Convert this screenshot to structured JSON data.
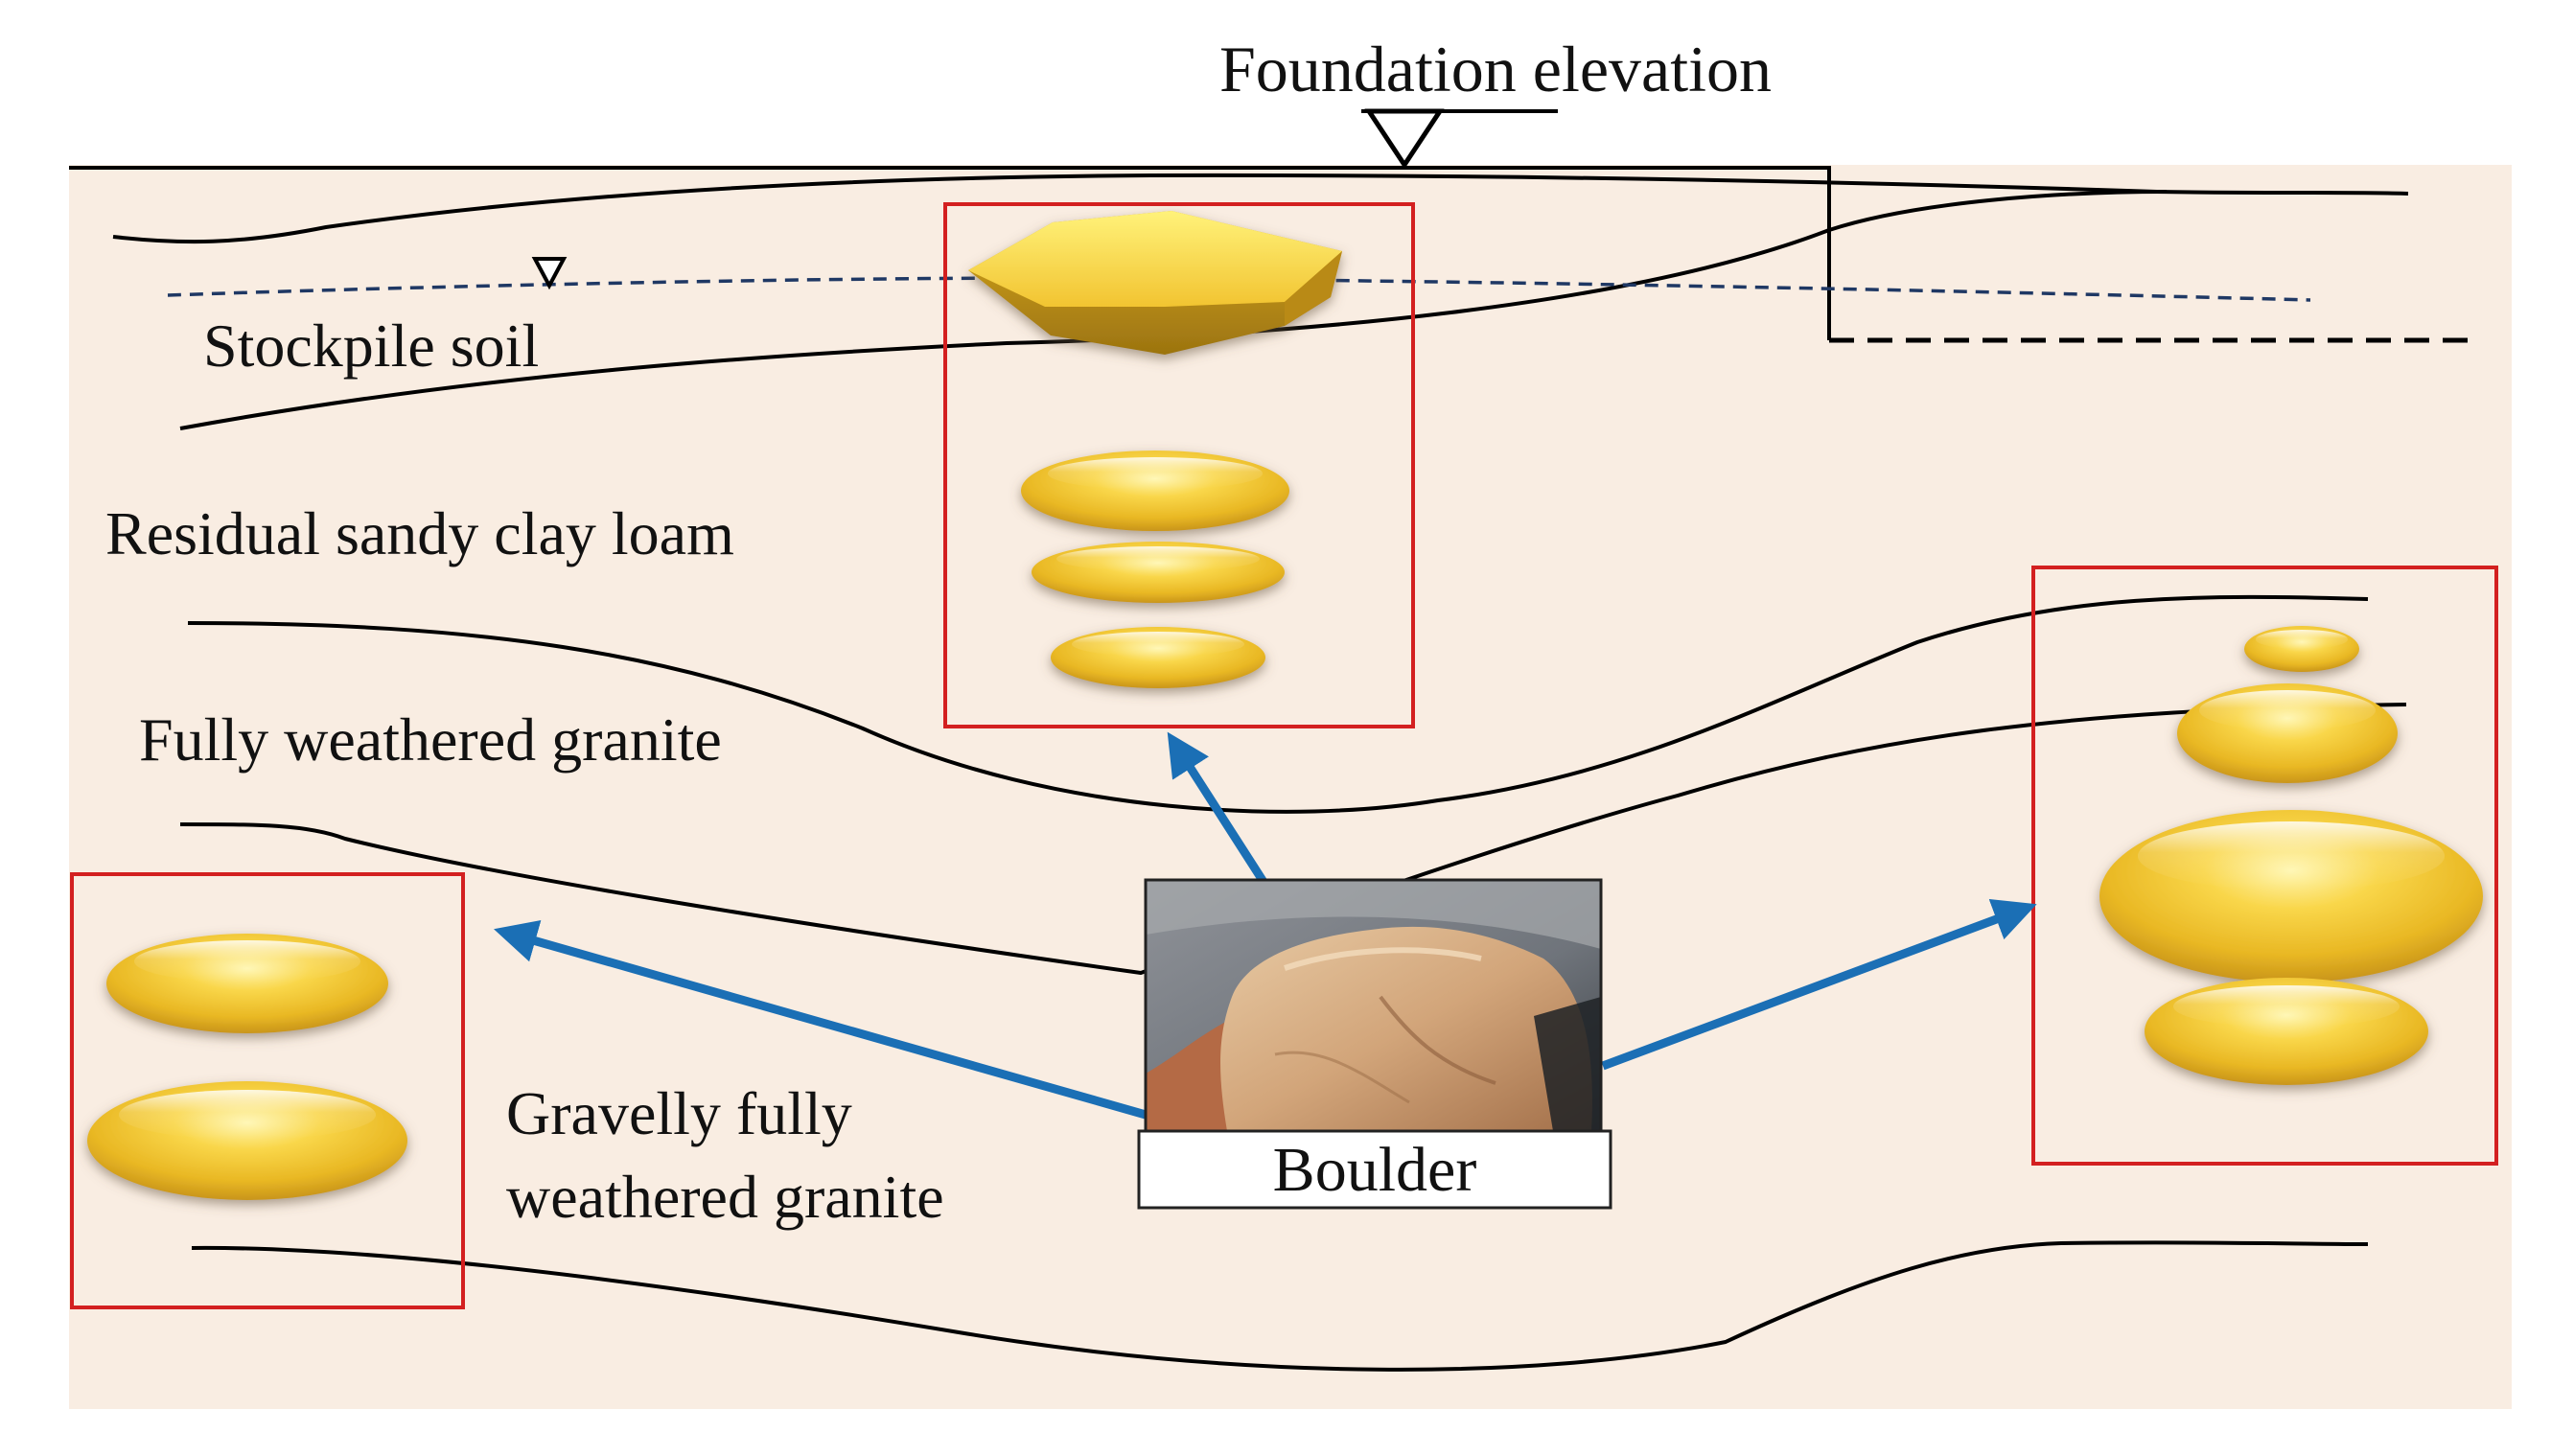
{
  "title": "Foundation elevation",
  "colors": {
    "background": "#ffffff",
    "soil_fill": "#f9ede2",
    "boundary_line": "#000000",
    "water_table": "#1f3864",
    "highlight_box": "#d32020",
    "arrow": "#1b6fb5",
    "boulder_gold": "#f2c431"
  },
  "labels": {
    "stockpile_soil": "Stockpile soil",
    "residual_sandy_clay_loam": "Residual sandy clay loam",
    "fully_weathered_granite": "Fully weathered granite",
    "gravelly_line1": "Gravelly fully",
    "gravelly_line2": "weathered granite",
    "boulder": "Boulder"
  },
  "icons": {
    "water_table_marker": "inverted-triangle-icon",
    "foundation_marker": "inverted-triangle-icon",
    "boulder_photo": "rock-photo-icon"
  }
}
